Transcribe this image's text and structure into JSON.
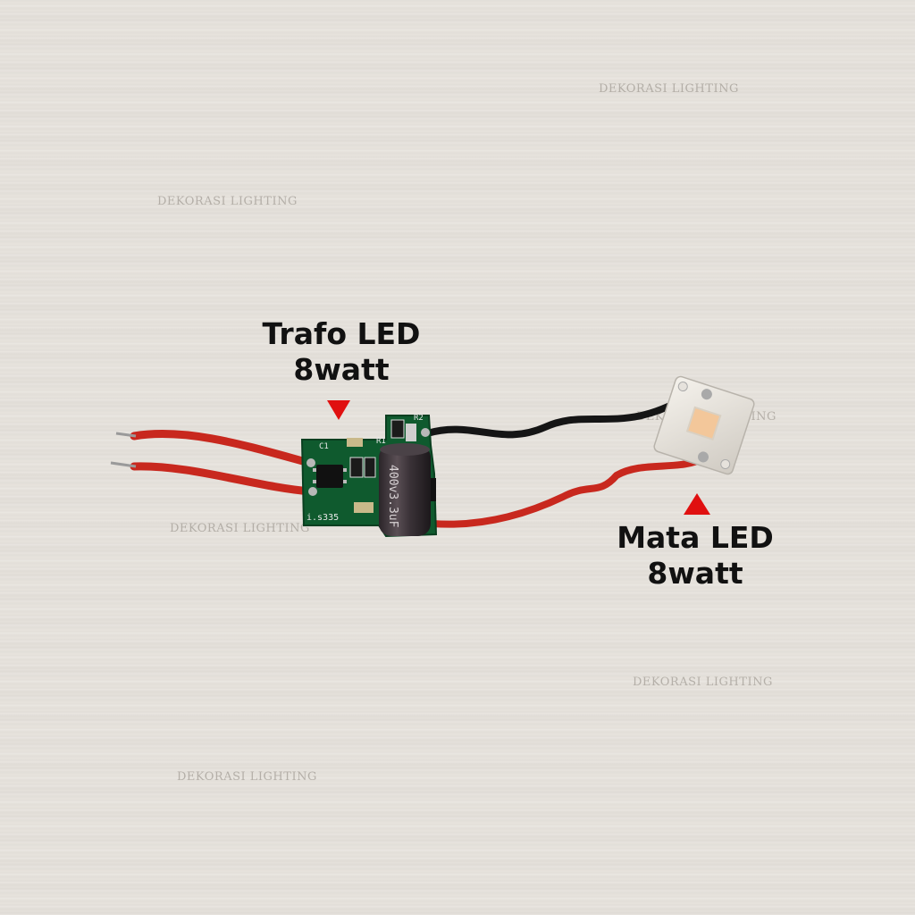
{
  "watermarks": [
    "DEKORASI LIGHTING",
    "DEKORASI LIGHTING",
    "DEKORASI LIGHTING",
    "DEKORASI LIGHTING",
    "DEKORASI LIGHTING",
    "DEKORASI LIGHTING"
  ],
  "labels": {
    "driver_line1": "Trafo LED",
    "driver_line2": "8watt",
    "led_line1": "Mata LED",
    "led_line2": "8watt"
  },
  "pcb_markings": {
    "c1": "C1",
    "r1": "R1",
    "r2": "R2",
    "part_code": "i.s335",
    "capacitor_text": "400v3.3uF"
  },
  "colors": {
    "arrow": "#e01010",
    "wire_red": "#c8281e",
    "wire_black": "#151515",
    "pcb_green": "#0f5a2e"
  }
}
